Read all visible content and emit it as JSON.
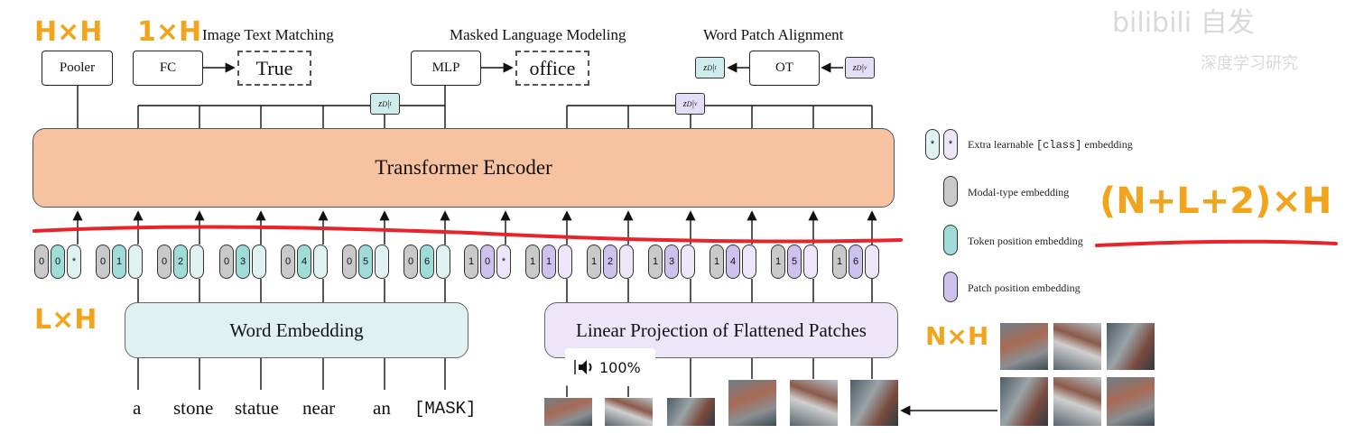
{
  "heads": {
    "itm_title": "Image Text Matching",
    "mlm_title": "Masked Language Modeling",
    "wpa_title": "Word Patch Alignment",
    "pooler": "Pooler",
    "fc": "FC",
    "true_label": "True",
    "mlp": "MLP",
    "office_label": "office",
    "ot": "OT",
    "z_t": "z^D|t",
    "z_v": "z^D|v"
  },
  "encoder": {
    "label": "Transformer Encoder"
  },
  "text_tokens": [
    {
      "type": "0",
      "pos": "0",
      "extra": "*"
    },
    {
      "type": "0",
      "pos": "1"
    },
    {
      "type": "0",
      "pos": "2"
    },
    {
      "type": "0",
      "pos": "3"
    },
    {
      "type": "0",
      "pos": "4"
    },
    {
      "type": "0",
      "pos": "5"
    },
    {
      "type": "0",
      "pos": "6"
    }
  ],
  "image_tokens": [
    {
      "type": "1",
      "pos": "0",
      "extra": "*"
    },
    {
      "type": "1",
      "pos": "1"
    },
    {
      "type": "1",
      "pos": "2"
    },
    {
      "type": "1",
      "pos": "3"
    },
    {
      "type": "1",
      "pos": "4"
    },
    {
      "type": "1",
      "pos": "5"
    },
    {
      "type": "1",
      "pos": "6"
    }
  ],
  "word_embedding": "Word Embedding",
  "linear_projection": "Linear Projection of Flattened Patches",
  "words": [
    "a",
    "stone",
    "statue",
    "near",
    "an",
    "[MASK]"
  ],
  "legend": [
    {
      "label": "Extra learnable",
      "code": "[class]",
      "suffix": "embedding"
    },
    {
      "label": "Modal-type embedding"
    },
    {
      "label": "Token position embedding"
    },
    {
      "label": "Patch position embedding"
    }
  ],
  "legend_star": "*",
  "annotations": {
    "hxh": "H×H",
    "one_h": "1×H",
    "lxh": "L×H",
    "nxh": "N×H",
    "total": "(N+L+2)×H"
  },
  "player": {
    "volume": "100%"
  },
  "watermark": {
    "brand": "bilibili 自发",
    "sub": "深度学习研究"
  },
  "colors": {
    "encoder": "#f7c2a0",
    "word_embedding": "#dff2f1",
    "linear_projection": "#ece6f8",
    "teal": "#9fdcd8",
    "purple": "#cdc2ee",
    "modal_gray": "#c9c9c9",
    "annotation_orange": "#f2a51c",
    "annotation_red": "#e8232a"
  }
}
